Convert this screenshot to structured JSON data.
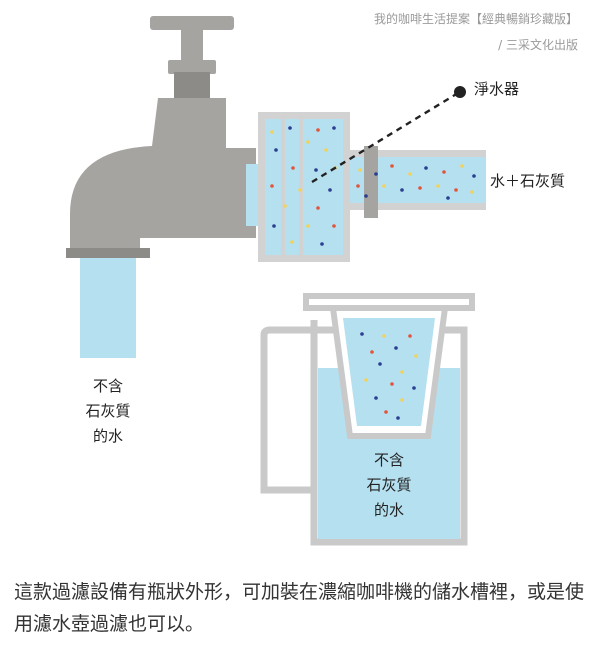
{
  "credit": {
    "line1": "我的咖啡生活提案【經典暢銷珍藏版】",
    "line2": "/ 三采文化出版"
  },
  "labels": {
    "filter": "淨水器",
    "input": "水＋石灰質",
    "faucet_output": [
      "不含",
      "石灰質",
      "的水"
    ],
    "jug_output": [
      "不含",
      "石灰質",
      "的水"
    ]
  },
  "caption": "這款過濾設備有瓶狀外形，可加裝在濃縮咖啡機的儲水槽裡，或是使用濾水壺過濾也可以。",
  "colors": {
    "faucet_gray": "#a6a4a0",
    "faucet_dark": "#8d8b87",
    "water": "#b5e0f0",
    "outline": "#c9c9c9",
    "dot_blue": "#2a3f8f",
    "dot_red": "#e2553d",
    "dot_yellow": "#f2d15c",
    "pointer": "#222222"
  }
}
